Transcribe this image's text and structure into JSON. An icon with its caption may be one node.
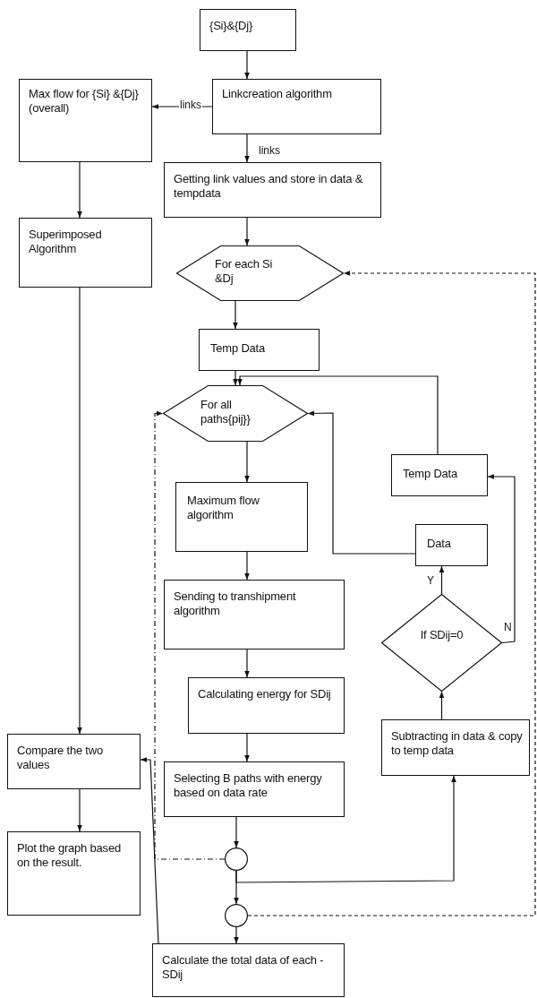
{
  "diagram": {
    "nodes": [
      {
        "text": [
          "{Si}&{Dj}"
        ]
      },
      {
        "text": [
          "Linkcreation algorithm"
        ]
      },
      {
        "text": [
          "Max flow for {Si} &{Dj}(overall)"
        ]
      },
      {
        "text": [
          "Getting link values and store in data & tempdata"
        ]
      },
      {
        "text": [
          "For each Si &Dj"
        ]
      },
      {
        "text": [
          "Superimposed Algorithm"
        ]
      },
      {
        "text": [
          "Temp Data"
        ]
      },
      {
        "text": [
          "For all paths{pij}}"
        ]
      },
      {
        "text": [
          "Temp Data"
        ]
      },
      {
        "text": [
          "Maximum flow algorithm"
        ]
      },
      {
        "text": [
          "Data"
        ]
      },
      {
        "text": [
          "If SDij=0"
        ]
      },
      {
        "text": [
          "Sending to transhipment algorithm"
        ]
      },
      {
        "text": [
          "Calculating energy for SDij"
        ]
      },
      {
        "text": [
          "Compare the two values"
        ]
      },
      {
        "text": [
          "Subtracting in data & copy to temp data"
        ]
      },
      {
        "text": [
          "Selecting B paths with energy based on data rate"
        ]
      },
      {
        "text": [
          "Plot the graph based on the result."
        ]
      },
      {
        "text": [],
        "shape": "circle"
      },
      {
        "text": [],
        "shape": "circle"
      },
      {
        "text": [
          "Calculate the total data of each  - SDij"
        ]
      }
    ],
    "edges": [
      {
        "from": 0,
        "to": 1,
        "arrow": "to"
      },
      {
        "from": 1,
        "to": 2,
        "arrow": "to",
        "label": "links"
      },
      {
        "from": 1,
        "to": 3,
        "arrow": "to",
        "label": "links"
      },
      {
        "from": 3,
        "to": 4,
        "arrow": "to"
      },
      {
        "from": 2,
        "to": 5,
        "arrow": "to"
      },
      {
        "from": 4,
        "to": 6,
        "arrow": "to"
      },
      {
        "from": 6,
        "to": 7,
        "arrow": "to"
      },
      {
        "from": 8,
        "to": 7,
        "arrow": "to"
      },
      {
        "from": 10,
        "to": 7,
        "arrow": "to"
      },
      {
        "from": 7,
        "to": 9,
        "arrow": "to"
      },
      {
        "from": 9,
        "to": 12,
        "arrow": "to"
      },
      {
        "from": 12,
        "to": 13,
        "arrow": "to"
      },
      {
        "from": 13,
        "to": 16,
        "arrow": "to"
      },
      {
        "from": 16,
        "to": 18,
        "arrow": "to"
      },
      {
        "from": 18,
        "to": 19,
        "arrow": "to"
      },
      {
        "from": 19,
        "to": 20,
        "arrow": "to"
      },
      {
        "from": 18,
        "to": 15,
        "arrow": "to"
      },
      {
        "from": 15,
        "to": 11,
        "arrow": "to"
      },
      {
        "from": 11,
        "to": 10,
        "arrow": "to",
        "label": "Y"
      },
      {
        "from": 11,
        "to": 8,
        "arrow": "to",
        "label": "N"
      },
      {
        "from": 19,
        "to": 4,
        "arrow": "to",
        "style": "dashed"
      },
      {
        "from": 18,
        "to": 7,
        "arrow": "to",
        "style": "dashed"
      },
      {
        "from": 20,
        "to": 14,
        "arrow": "to"
      },
      {
        "from": 5,
        "to": 14,
        "arrow": "to"
      },
      {
        "from": 14,
        "to": 17,
        "arrow": "to"
      }
    ]
  }
}
